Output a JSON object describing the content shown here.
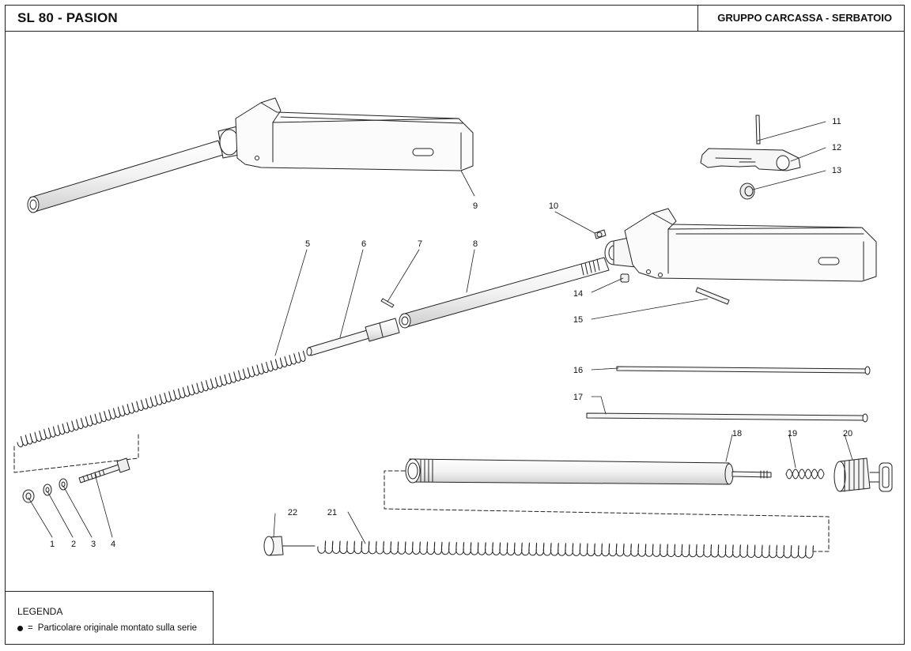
{
  "header": {
    "model": "SL 80 - PASION",
    "group": "GRUPPO CARCASSA - SERBATOIO"
  },
  "legend": {
    "title": "LEGENDA",
    "equals": "=",
    "description": "Particolare originale montato sulla serie"
  },
  "callouts": [
    {
      "id": "1",
      "label": "1"
    },
    {
      "id": "2",
      "label": "2"
    },
    {
      "id": "3",
      "label": "3"
    },
    {
      "id": "4",
      "label": "4"
    },
    {
      "id": "5",
      "label": "5"
    },
    {
      "id": "6",
      "label": "6"
    },
    {
      "id": "7",
      "label": "7"
    },
    {
      "id": "8",
      "label": "8"
    },
    {
      "id": "9",
      "label": "9"
    },
    {
      "id": "10",
      "label": "10"
    },
    {
      "id": "11",
      "label": "11"
    },
    {
      "id": "12",
      "label": "12"
    },
    {
      "id": "13",
      "label": "13"
    },
    {
      "id": "14",
      "label": "14"
    },
    {
      "id": "15",
      "label": "15"
    },
    {
      "id": "16",
      "label": "16"
    },
    {
      "id": "17",
      "label": "17"
    },
    {
      "id": "18",
      "label": "18"
    },
    {
      "id": "19",
      "label": "19"
    },
    {
      "id": "20",
      "label": "20"
    },
    {
      "id": "21",
      "label": "21"
    },
    {
      "id": "22",
      "label": "22"
    }
  ]
}
